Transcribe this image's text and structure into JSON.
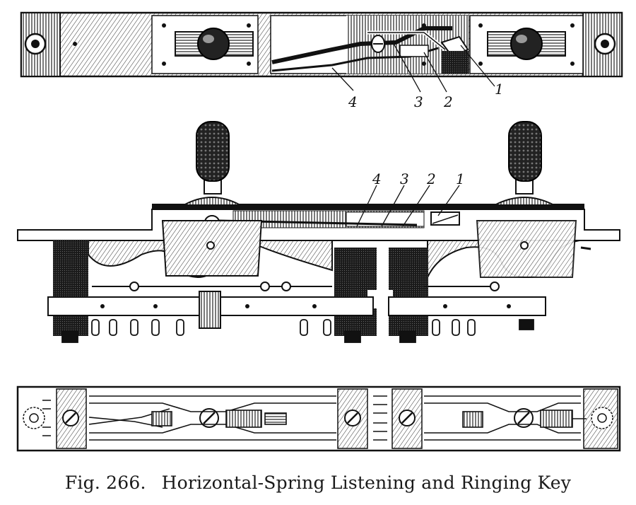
{
  "caption": {
    "figure_number": "Fig. 266.",
    "title": "Horizontal-Spring Listening and Ringing Key"
  },
  "top_view": {
    "callouts": [
      "4",
      "3",
      "2",
      "1"
    ]
  },
  "side_view": {
    "callouts": [
      "4",
      "3",
      "2",
      "1"
    ]
  },
  "colors": {
    "ink": "#111111",
    "paper": "#ffffff",
    "hatch": "#2a2a2a"
  }
}
